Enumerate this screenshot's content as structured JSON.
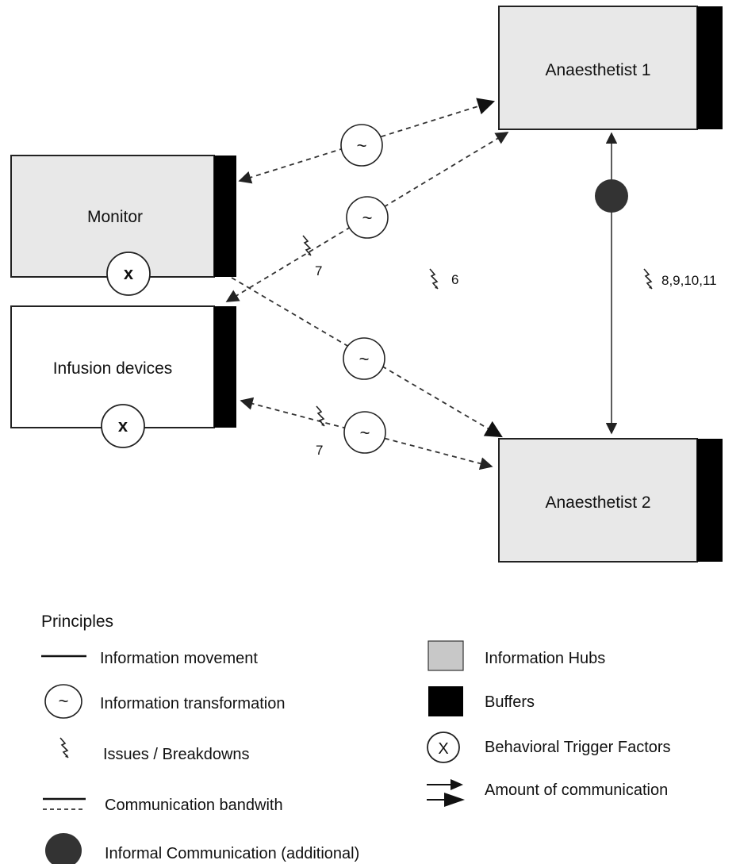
{
  "nodes": {
    "anaesthetist1": {
      "label": "Anaesthetist 1"
    },
    "anaesthetist2": {
      "label": "Anaesthetist 2"
    },
    "monitor": {
      "label": "Monitor"
    },
    "infusion": {
      "label": "Infusion devices"
    }
  },
  "symbols": {
    "transformation_glyph": "~",
    "trigger_glyph": "x"
  },
  "issues": {
    "monitor_link": "7",
    "center": "6",
    "anaesthetists_link": "8,9,10,11",
    "infusion_link": "7"
  },
  "legend": {
    "title": "Principles",
    "left": [
      {
        "label": "Information movement",
        "icon": "solid-line"
      },
      {
        "label": "Information transformation",
        "icon": "tilde-circle"
      },
      {
        "label": "Issues / Breakdowns",
        "icon": "lightning"
      },
      {
        "label": "Communication bandwith",
        "icon": "solid-dashed-lines"
      },
      {
        "label": "Informal Communication (additional)",
        "icon": "filled-circle"
      }
    ],
    "right": [
      {
        "label": "Information Hubs",
        "icon": "grey-square"
      },
      {
        "label": "Buffers",
        "icon": "black-square"
      },
      {
        "label": "Behavioral Trigger Factors",
        "icon": "x-circle"
      },
      {
        "label": "Amount of communication",
        "icon": "double-arrow"
      }
    ],
    "x_glyph": "X"
  },
  "colors": {
    "hub_fill": "#e8e8e8",
    "buffer": "#000000",
    "line": "#333333",
    "informal": "#333333"
  }
}
